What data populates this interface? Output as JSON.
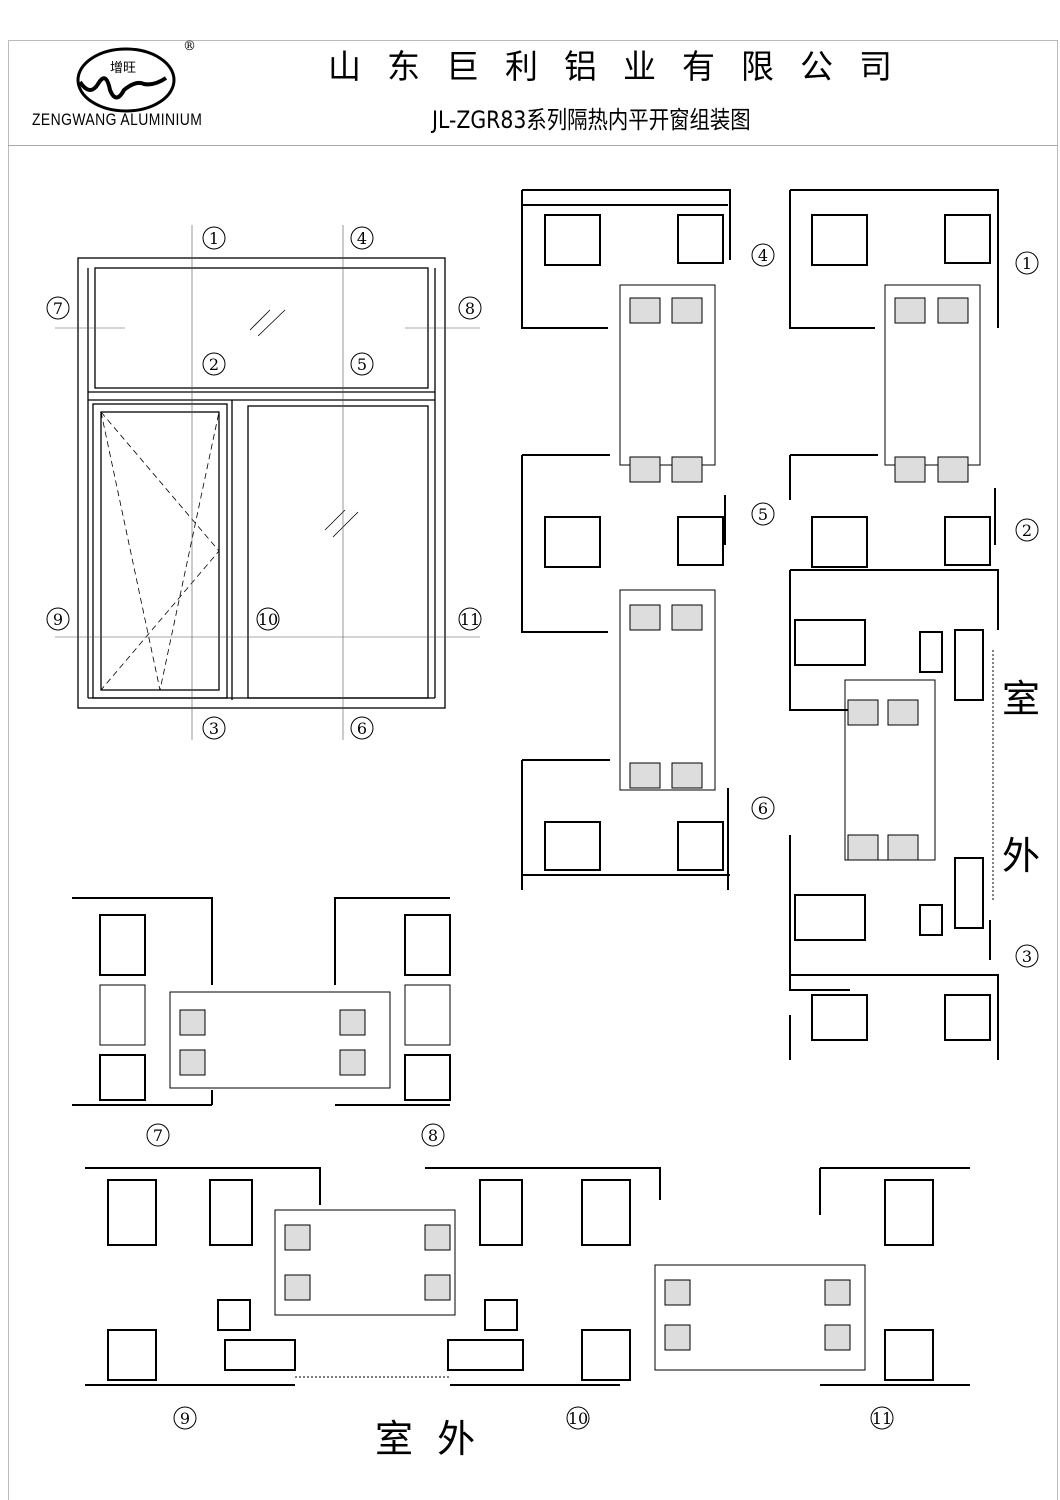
{
  "header": {
    "logo_mark": "增旺",
    "logo_registered": "®",
    "logo_text": "ZENGWANG ALUMINIUM",
    "company": "山东巨利铝业有限公司",
    "title": "JL-ZGR83系列隔热内平开窗组装图"
  },
  "elevation": {
    "markers": [
      "1",
      "2",
      "3",
      "4",
      "5",
      "6",
      "7",
      "8",
      "9",
      "10",
      "11"
    ]
  },
  "sections": {
    "vertical_left_labels": [
      "4",
      "5",
      "6"
    ],
    "vertical_right_labels": [
      "1",
      "2",
      "3"
    ],
    "horizontal_top_labels": [
      "7",
      "8"
    ],
    "horizontal_bottom_labels": [
      "9",
      "10",
      "11"
    ]
  },
  "annotations": {
    "outdoor_vertical_1": "室",
    "outdoor_vertical_2": "外",
    "outdoor_bottom": "室  外"
  }
}
